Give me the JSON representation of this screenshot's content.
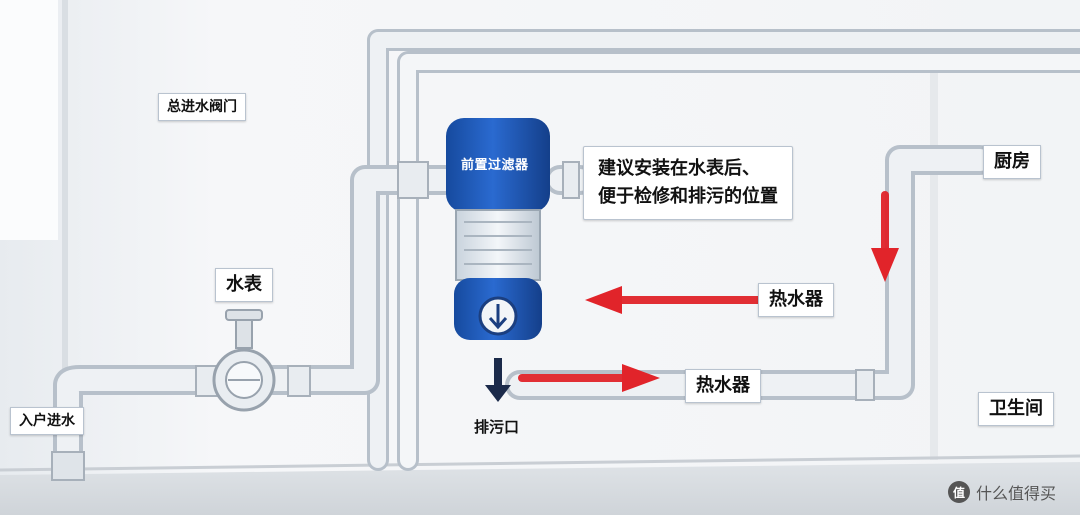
{
  "labels": {
    "main_valve": "总进水阀门",
    "water_meter": "水表",
    "inlet": "入户进水",
    "filter": "前置过滤器",
    "note_line1": "建议安装在水表后、",
    "note_line2": "便于检修和排污的位置",
    "kitchen": "厨房",
    "heater_upper": "热水器",
    "heater_lower": "热水器",
    "drain": "排污口",
    "bathroom": "卫生间"
  },
  "watermark": {
    "badge": "值",
    "text": "什么值得买"
  },
  "colors": {
    "filter_blue": "#1b55b8",
    "arrow_red": "#e1242a",
    "drain_arrow": "#1b2a4a",
    "pipe": "#e9edf1",
    "pipe_edge": "#b7c0ca"
  }
}
